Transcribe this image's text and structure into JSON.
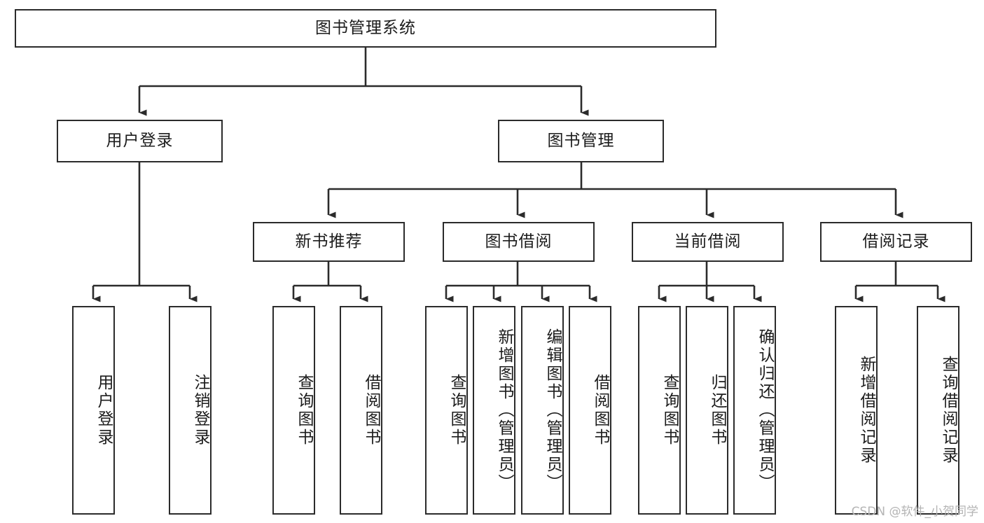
{
  "diagram": {
    "title": "图书管理系统",
    "type": "tree-hierarchy",
    "watermark": "CSDN @软件_小贺同学",
    "colors": {
      "stroke": "#2b2b2b",
      "fill": "#ffffff",
      "text": "#1c1c1c",
      "watermark": "#b4b4b4"
    },
    "nodes": {
      "root": {
        "label": "图书管理系统",
        "orientation": "horizontal"
      },
      "user_login": {
        "label": "用户登录",
        "orientation": "horizontal"
      },
      "book_manage": {
        "label": "图书管理",
        "orientation": "horizontal"
      },
      "new_book_rec": {
        "label": "新书推荐",
        "orientation": "horizontal"
      },
      "book_borrow": {
        "label": "图书借阅",
        "orientation": "horizontal"
      },
      "current_borrow": {
        "label": "当前借阅",
        "orientation": "horizontal"
      },
      "borrow_record": {
        "label": "借阅记录",
        "orientation": "horizontal"
      },
      "leaf_user_login": {
        "label": "用户登录",
        "orientation": "vertical"
      },
      "leaf_logout": {
        "label": "注销登录",
        "orientation": "vertical"
      },
      "leaf_query_book_1": {
        "label": "查询图书",
        "orientation": "vertical"
      },
      "leaf_borrow_book_1": {
        "label": "借阅图书",
        "orientation": "vertical"
      },
      "leaf_query_book_2": {
        "label": "查询图书",
        "orientation": "vertical"
      },
      "leaf_add_book": {
        "label": "新增图书（管理员）",
        "orientation": "vertical"
      },
      "leaf_edit_book": {
        "label": "编辑图书（管理员）",
        "orientation": "vertical"
      },
      "leaf_borrow_book_2": {
        "label": "借阅图书",
        "orientation": "vertical"
      },
      "leaf_query_book_3": {
        "label": "查询图书",
        "orientation": "vertical"
      },
      "leaf_return_book": {
        "label": "归还图书",
        "orientation": "vertical"
      },
      "leaf_confirm_return": {
        "label": "确认归还（管理员）",
        "orientation": "vertical"
      },
      "leaf_add_record": {
        "label": "新增借阅记录",
        "orientation": "vertical"
      },
      "leaf_query_record": {
        "label": "查询借阅记录",
        "orientation": "vertical"
      }
    },
    "hierarchy": {
      "图书管理系统": {
        "用户登录": [
          "用户登录",
          "注销登录"
        ],
        "图书管理": {
          "新书推荐": [
            "查询图书",
            "借阅图书"
          ],
          "图书借阅": [
            "查询图书",
            "新增图书（管理员）",
            "编辑图书（管理员）",
            "借阅图书"
          ],
          "当前借阅": [
            "查询图书",
            "归还图书",
            "确认归还（管理员）"
          ],
          "借阅记录": [
            "新增借阅记录",
            "查询借阅记录"
          ]
        }
      }
    }
  }
}
